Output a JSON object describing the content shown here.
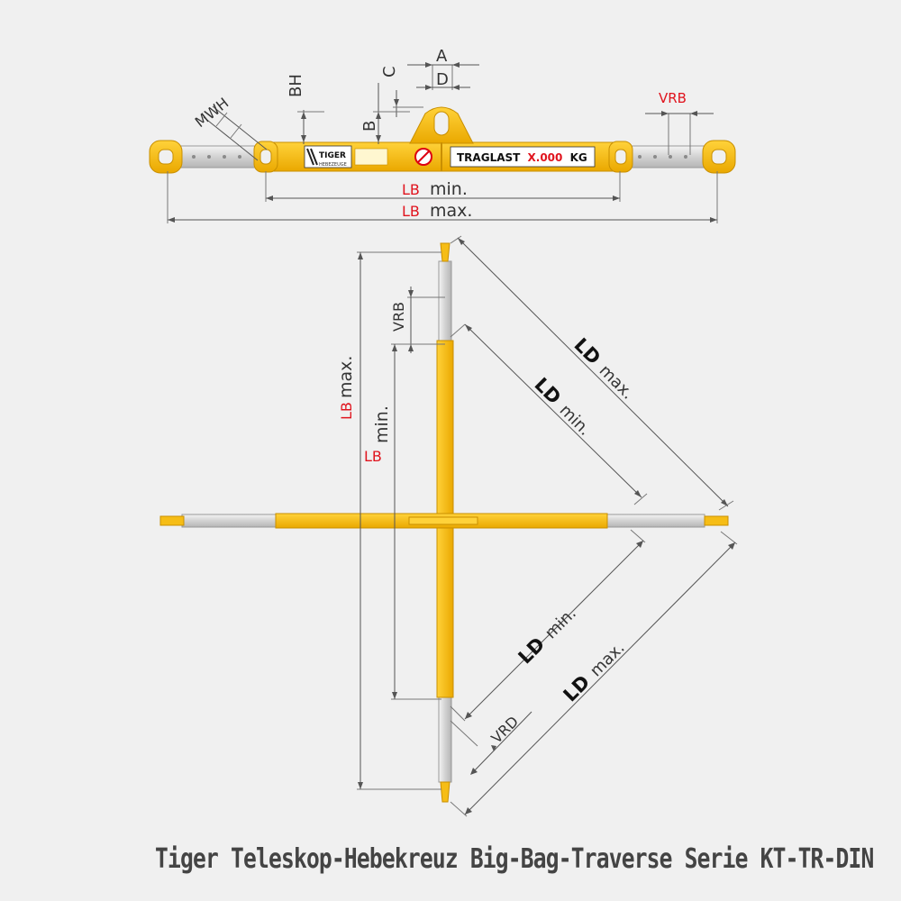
{
  "caption": "Tiger Teleskop-Hebekreuz Big-Bag-Traverse Serie KT-TR-DIN",
  "beam": {
    "brand_line1": "TIGER",
    "brand_line2": "HEBEZEUGE",
    "load_label": "TRAGLAST",
    "load_value": "X.000",
    "load_unit": "KG"
  },
  "top_view_labels": {
    "A": "A",
    "C": "C",
    "D": "D",
    "BH": "BH",
    "B": "B",
    "MWH": "MWH",
    "VRB": "VRB",
    "LB_min_code": "LB",
    "LB_min_text": "min.",
    "LB_max_code": "LB",
    "LB_max_text": "max."
  },
  "cross_view_labels": {
    "VRB": "VRB",
    "LB_max_code": "LB",
    "LB_max_text": "max.",
    "LB_min_code": "LB",
    "LB_min_text": "min.",
    "LD_max_upper_code": "LD",
    "LD_max_upper_text": "max.",
    "LD_min_upper_code": "LD",
    "LD_min_upper_text": "min.",
    "LD_min_lower_code": "LD",
    "LD_min_lower_text": "min.",
    "LD_max_lower_code": "LD",
    "LD_max_lower_text": "max.",
    "VRD": "VRD"
  },
  "colors": {
    "beam_yellow": "#f6bd16",
    "beam_edge": "#c98f00",
    "tube_silver": "#dcdcdc",
    "label_red": "#e0141e",
    "background": "#f0f0f0"
  }
}
